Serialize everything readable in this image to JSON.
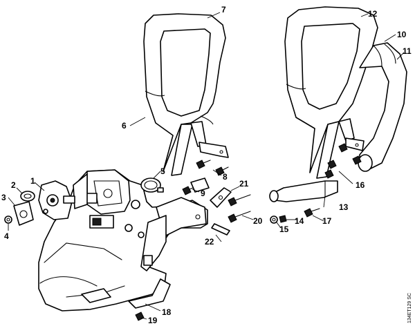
{
  "diagram": {
    "callouts": {
      "c1": "1",
      "c2": "2",
      "c3": "3",
      "c4": "4",
      "c5": "5",
      "c6": "6",
      "c7": "7",
      "c8": "8",
      "c9": "9",
      "c10": "10",
      "c11": "11",
      "c12": "12",
      "c13": "13",
      "c14": "14",
      "c15": "15",
      "c16": "16",
      "c17": "17",
      "c18": "18",
      "c19": "19",
      "c20": "20",
      "c21": "21",
      "c22": "22"
    },
    "reference_code": "134ET129 SC"
  }
}
